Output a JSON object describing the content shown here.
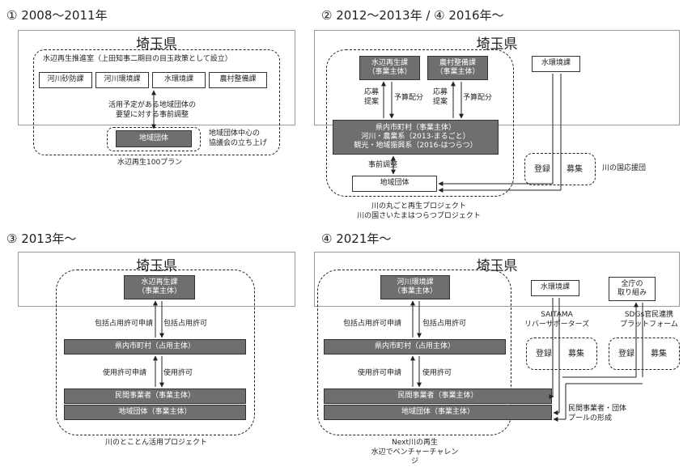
{
  "s1": {
    "title": "① 2008〜2011年",
    "pref": "埼玉県",
    "promo": "水辺再生推進室（上田知事二期目の目玉政策として設立）",
    "depts": [
      "河川砂防課",
      "河川環境課",
      "水環境課",
      "農村整備課"
    ],
    "adjust": "活用予定がある地域団体の\n要望に対する事前調整",
    "org": "地域団体",
    "council": "地域団体中心の\n協議会の立ち上げ",
    "caption": "水辺再生100プラン"
  },
  "s2": {
    "title": "② 2012〜2013年 / ④ 2016年〜",
    "pref": "埼玉県",
    "dept1": "水辺再生課\n（事業主体）",
    "dept2": "農村整備課\n（事業主体）",
    "env": "水環境課",
    "apply": "応募\n提案",
    "budget": "予算配分",
    "muni": "県内市町村（事業主体）\n河川・農業系（2013-まるごと）\n観光・地域振興系（2016-はつらつ）",
    "prior": "事前調整",
    "org": "地域団体",
    "reg": "登録",
    "rec": "募集",
    "supporters": "川の国応援団",
    "caption": "川の丸ごと再生プロジェクト\n川の国さいたまはつらつプロジェクト"
  },
  "s3": {
    "title": "③ 2013年〜",
    "pref": "埼玉県",
    "dept": "水辺再生課\n（事業主体）",
    "occ_req": "包括占用許可申請",
    "occ_perm": "包括占用許可",
    "muni": "県内市町村（占用主体）",
    "use_req": "使用許可申請",
    "use_perm": "使用許可",
    "biz": "民間事業者（事業主体）",
    "org": "地域団体（事業主体）",
    "caption": "川のとことん活用プロジェクト"
  },
  "s4": {
    "title": "④ 2021年〜",
    "pref": "埼玉県",
    "dept": "河川環境課\n（事業主体）",
    "env": "水環境課",
    "all": "全庁の\n取り組み",
    "occ_req": "包括占用許可申請",
    "occ_perm": "包括占用許可",
    "muni": "県内市町村（占用主体）",
    "use_req": "使用許可申請",
    "use_perm": "使用許可",
    "biz": "民間事業者（事業主体）",
    "org": "地域団体（事業主体）",
    "saitama": "SAITAMA\nリバーサポーターズ",
    "sdgs": "SDGs官民連携\nプラットフォーム",
    "reg": "登録",
    "rec": "募集",
    "pool": "民間事業者・団体\nプールの形成",
    "caption": "Next川の再生\n水辺でベンチャーチャレンジ"
  }
}
